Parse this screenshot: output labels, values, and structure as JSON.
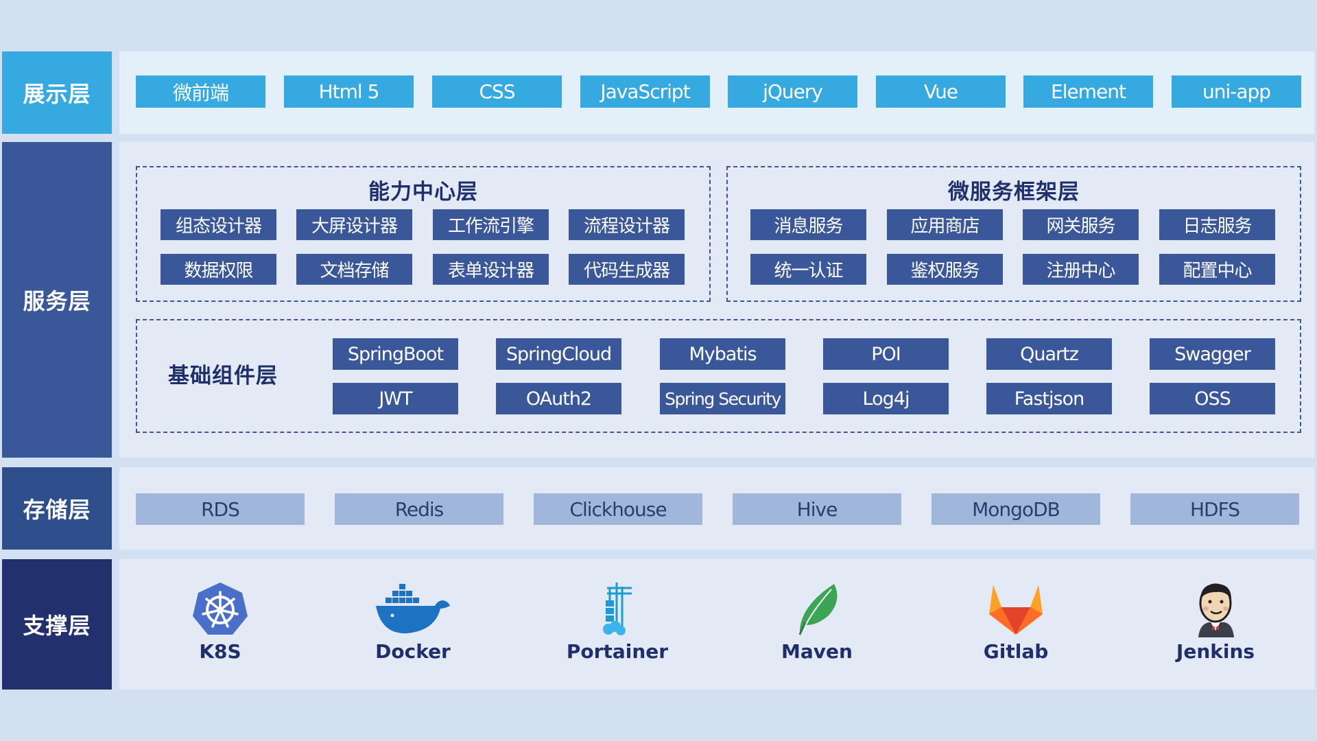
{
  "layers": {
    "presentation": {
      "label": "展示层",
      "items": [
        "微前端",
        "Html 5",
        "CSS",
        "JavaScript",
        "jQuery",
        "Vue",
        "Element",
        "uni-app"
      ]
    },
    "service": {
      "label": "服务层",
      "capability": {
        "title": "能力中心层",
        "items": [
          "组态设计器",
          "大屏设计器",
          "工作流引擎",
          "流程设计器",
          "数据权限",
          "文档存储",
          "表单设计器",
          "代码生成器"
        ]
      },
      "microservice": {
        "title": "微服务框架层",
        "items": [
          "消息服务",
          "应用商店",
          "网关服务",
          "日志服务",
          "统一认证",
          "鉴权服务",
          "注册中心",
          "配置中心"
        ]
      },
      "base": {
        "title": "基础组件层",
        "items": [
          "SpringBoot",
          "SpringCloud",
          "Mybatis",
          "POI",
          "Quartz",
          "Swagger",
          "JWT",
          "OAuth2",
          "Spring Security",
          "Log4j",
          "Fastjson",
          "OSS"
        ]
      }
    },
    "storage": {
      "label": "存储层",
      "items": [
        "RDS",
        "Redis",
        "Clickhouse",
        "Hive",
        "MongoDB",
        "HDFS"
      ]
    },
    "support": {
      "label": "支撑层",
      "tools": [
        {
          "name": "K8S",
          "icon": "kubernetes-icon"
        },
        {
          "name": "Docker",
          "icon": "docker-icon"
        },
        {
          "name": "Portainer",
          "icon": "portainer-icon"
        },
        {
          "name": "Maven",
          "icon": "maven-icon"
        },
        {
          "name": "Gitlab",
          "icon": "gitlab-icon"
        },
        {
          "name": "Jenkins",
          "icon": "jenkins-icon"
        }
      ]
    }
  },
  "colors": {
    "background": "#d3e0f1",
    "presentation_label": "#36a9e0",
    "presentation_box": "#36a9e0",
    "service_label": "#3a5899",
    "service_box": "#3a5899",
    "storage_label": "#2f4f8c",
    "storage_box": "#a0b6da",
    "support_label": "#23306e",
    "title_text": "#1e2f6b"
  }
}
